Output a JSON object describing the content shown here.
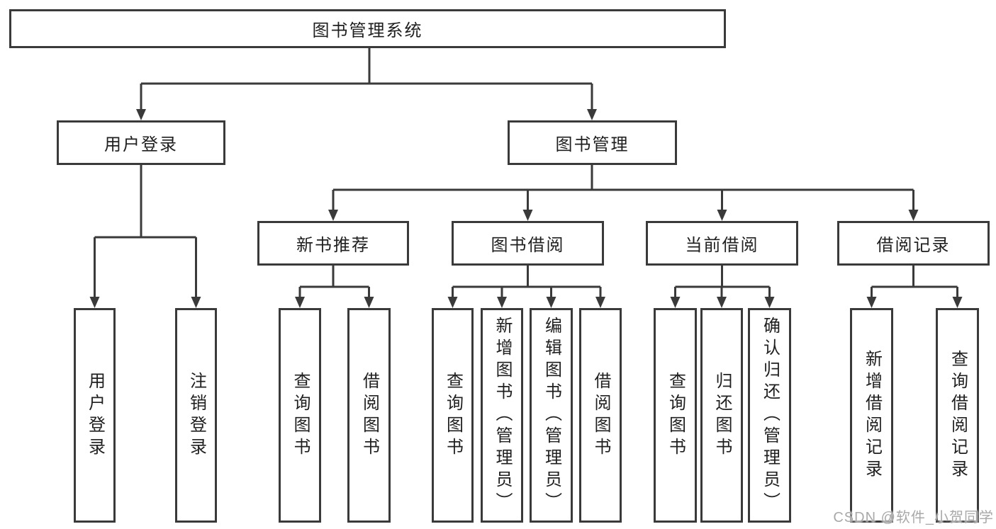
{
  "nodes": {
    "root": {
      "label": "图书管理系统"
    },
    "level2": [
      {
        "label": "用户登录"
      },
      {
        "label": "图书管理"
      }
    ],
    "level3": [
      {
        "label": "新书推荐",
        "parent": "图书管理"
      },
      {
        "label": "图书借阅",
        "parent": "图书管理"
      },
      {
        "label": "当前借阅",
        "parent": "图书管理"
      },
      {
        "label": "借阅记录",
        "parent": "图书管理"
      }
    ],
    "leaves": [
      {
        "label": "用户登录",
        "parent": "用户登录"
      },
      {
        "label": "注销登录",
        "parent": "用户登录"
      },
      {
        "label": "查询图书",
        "parent": "新书推荐"
      },
      {
        "label": "借阅图书",
        "parent": "新书推荐"
      },
      {
        "label": "查询图书",
        "parent": "图书借阅"
      },
      {
        "label": "新增图书（管理员）",
        "parent": "图书借阅"
      },
      {
        "label": "编辑图书（管理员）",
        "parent": "图书借阅"
      },
      {
        "label": "借阅图书",
        "parent": "图书借阅"
      },
      {
        "label": "查询图书",
        "parent": "当前借阅"
      },
      {
        "label": "归还图书",
        "parent": "当前借阅"
      },
      {
        "label": "确认归还（管理员）",
        "parent": "当前借阅"
      },
      {
        "label": "新增借阅记录",
        "parent": "借阅记录"
      },
      {
        "label": "查询借阅记录",
        "parent": "借阅记录"
      }
    ]
  },
  "watermark": {
    "text": "CSDN @软件_小贺同学"
  },
  "colors": {
    "line": "#3a3a3a",
    "text": "#1f1f1f",
    "background": "#ffffff",
    "watermark": "#a9a9a9"
  }
}
